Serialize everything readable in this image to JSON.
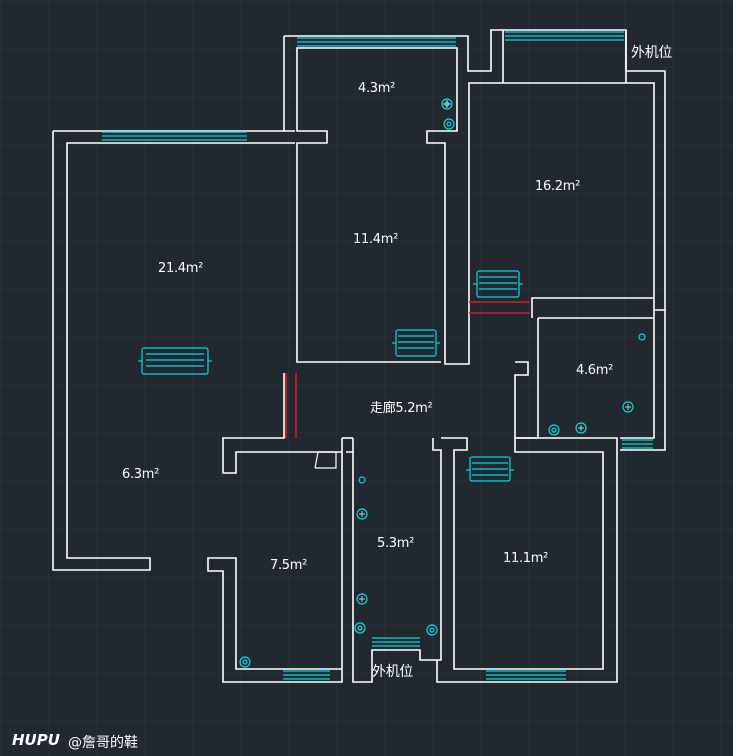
{
  "rooms": {
    "r43": "4.3m²",
    "r162": "16.2m²",
    "r114": "11.4m²",
    "r214": "21.4m²",
    "r46": "4.6m²",
    "corridor": "走廊5.2m²",
    "r63": "6.3m²",
    "r53": "5.3m²",
    "r75": "7.5m²",
    "r111": "11.1m²"
  },
  "ac_labels": {
    "top": "外机位",
    "bottom": "外机位"
  },
  "watermark": {
    "brand": "HUPU",
    "user": "@詹哥的鞋"
  },
  "colors": {
    "background": "#212830",
    "grid": "#2c343d",
    "walls": "#ffffff",
    "fixtures": "#00d8e6",
    "door_markers": "#d81b1b"
  }
}
